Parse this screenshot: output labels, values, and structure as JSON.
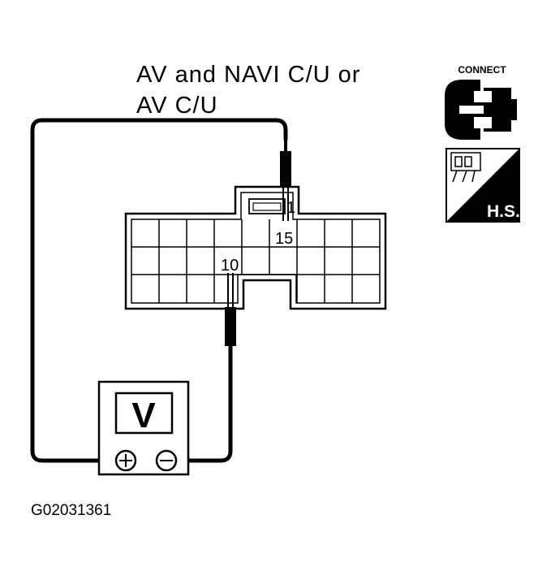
{
  "diagram": {
    "title_line1": "AV and NAVI C/U or",
    "title_line2": "AV C/U",
    "pin_top": "1",
    "pin_top_num": "15",
    "pin_bottom": "10",
    "meter_label": "V",
    "connect_label": "CONNECT",
    "hs_label": "H.S.",
    "figure_id": "G02031361"
  },
  "icons": [
    "connect-icon",
    "harness-side-icon",
    "voltmeter-icon"
  ]
}
